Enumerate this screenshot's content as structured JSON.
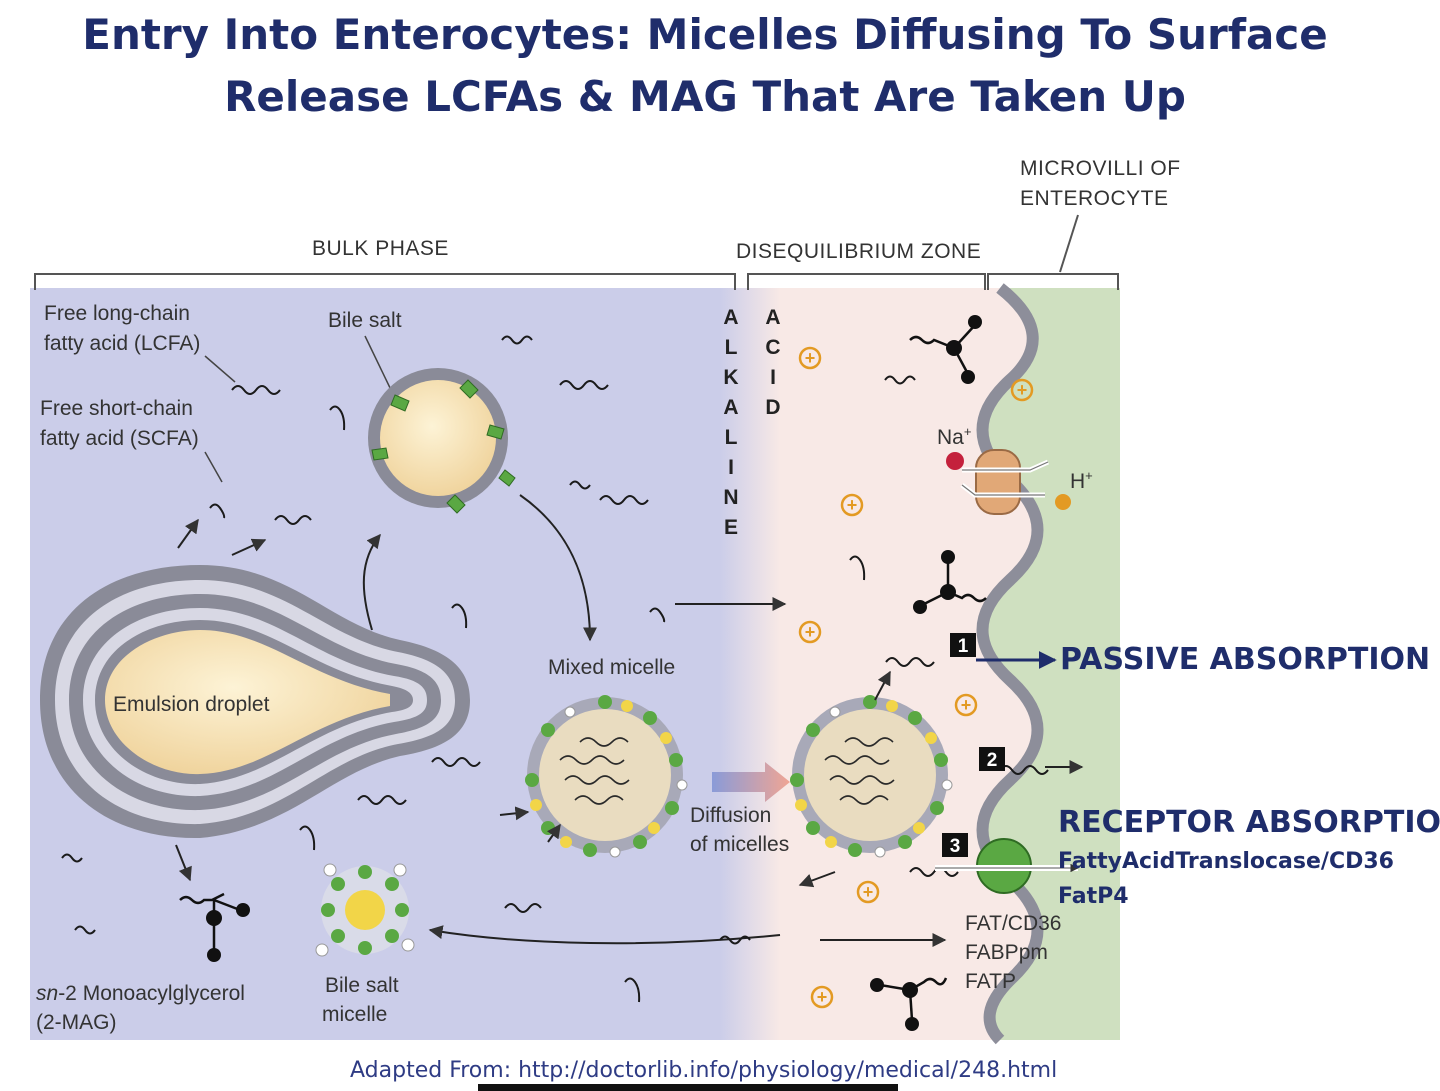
{
  "title": {
    "line1": "Entry Into Enterocytes: Micelles Diffusing To Surface",
    "line2": "Release LCFAs & MAG That Are Taken Up"
  },
  "labels": {
    "microvilli_line1": "MICROVILLI OF",
    "microvilli_line2": "ENTEROCYTE",
    "bulk_phase": "BULK PHASE",
    "disequilibrium_zone": "DISEQUILIBRIUM ZONE",
    "lcfa_line1": "Free long-chain",
    "lcfa_line2": "fatty acid (LCFA)",
    "scfa_line1": "Free short-chain",
    "scfa_line2": "fatty acid (SCFA)",
    "bile_salt": "Bile salt",
    "alkaline": [
      "A",
      "L",
      "K",
      "A",
      "L",
      "I",
      "N",
      "E"
    ],
    "acid": [
      "A",
      "C",
      "I",
      "D"
    ],
    "na": "Na",
    "h": "H",
    "plus": "+",
    "step1": "1",
    "step2": "2",
    "step3": "3",
    "mixed_micelle": "Mixed micelle",
    "emulsion_droplet": "Emulsion droplet",
    "diffusion_line1": "Diffusion",
    "diffusion_line2": "of micelles",
    "fat_cd36": "FAT/CD36",
    "fabppm": "FABPpm",
    "fatp": "FATP",
    "mag_prefix": "sn",
    "mag_line1": "-2 Monoacylglycerol",
    "mag_line2": "(2-MAG)",
    "bile_salt_micelle_line1": "Bile salt",
    "bile_salt_micelle_line2": "micelle"
  },
  "annotations": {
    "passive_absorption": "PASSIVE ABSORPTION",
    "receptor_absorption": "RECEPTOR ABSORPTION",
    "receptor_line1": "FattyAcidTranslocase/CD36",
    "receptor_line2": "FatP4"
  },
  "credit": "Adapted From: http://doctorlib.info/physiology/medical/248.html",
  "colors": {
    "title": "#1f2d6b",
    "bulk_phase_bg": "#cbcde9",
    "disequilibrium_bg": "#f8e9e6",
    "enterocyte_bg": "#cfe0c0",
    "droplet_fill": "#f3dca4",
    "micelle_green": "#5aa843",
    "micelle_yellow": "#f2d548",
    "ion_orange": "#e39a23",
    "sodium_red": "#c4213c"
  }
}
